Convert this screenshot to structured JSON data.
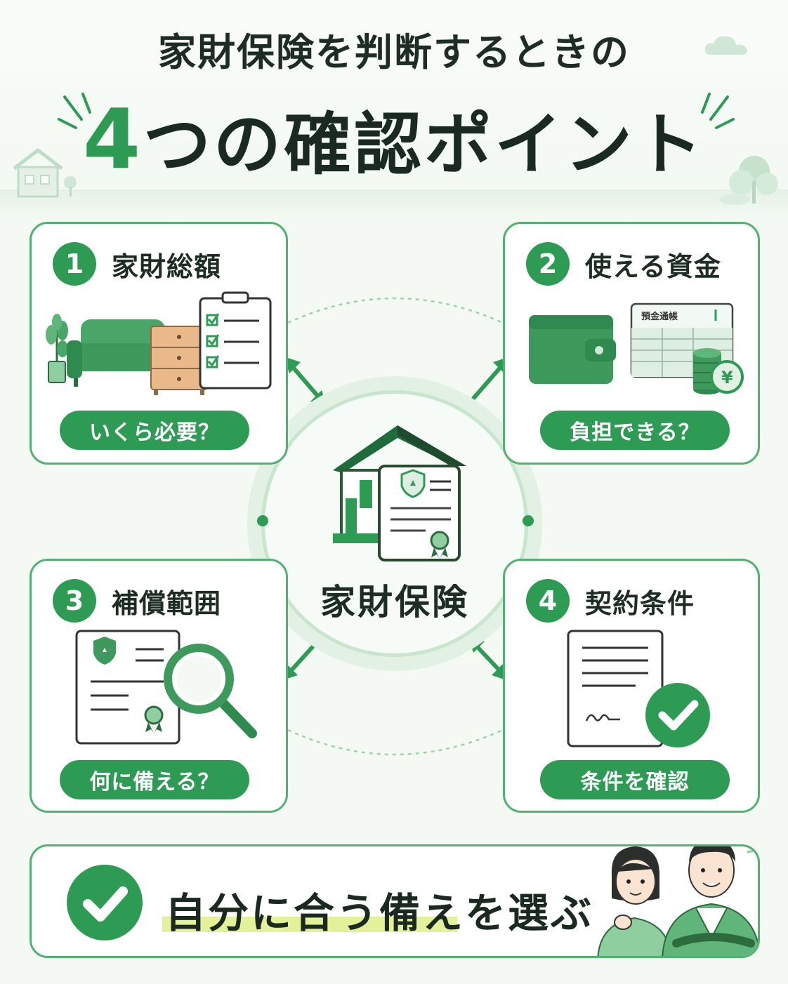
{
  "title": {
    "line1": "家財保険を判断するときの",
    "line2_num": "4",
    "line2_rest": "つの確認ポイント"
  },
  "center": {
    "label": "家財保険"
  },
  "points": [
    {
      "number": "1",
      "title": "家財総額",
      "question": "いくら必要？"
    },
    {
      "number": "2",
      "title": "使える資金",
      "question": "負担できる？",
      "passbook_label": "預金通帳",
      "coin_symbol": "¥"
    },
    {
      "number": "3",
      "title": "補償範囲",
      "question": "何に備える？"
    },
    {
      "number": "4",
      "title": "契約条件",
      "question": "条件を確認"
    }
  ],
  "footer": {
    "text": "自分に合う備えを選ぶ"
  },
  "colors": {
    "primary": "#2e9b55",
    "border": "#4fb26e",
    "light": "#e3f1e5",
    "highlight": "#e3f29a",
    "wood": "#e9b98a"
  },
  "icons": [
    "house-icon",
    "tree-icon",
    "cloud-icon",
    "sofa-icon",
    "plant-icon",
    "drawer-icon",
    "clipboard-icon",
    "wallet-icon",
    "passbook-icon",
    "coins-icon",
    "yen-coin-icon",
    "house-document-icon",
    "certificate-icon",
    "magnifier-icon",
    "contract-icon",
    "check-icon",
    "people-icon"
  ]
}
